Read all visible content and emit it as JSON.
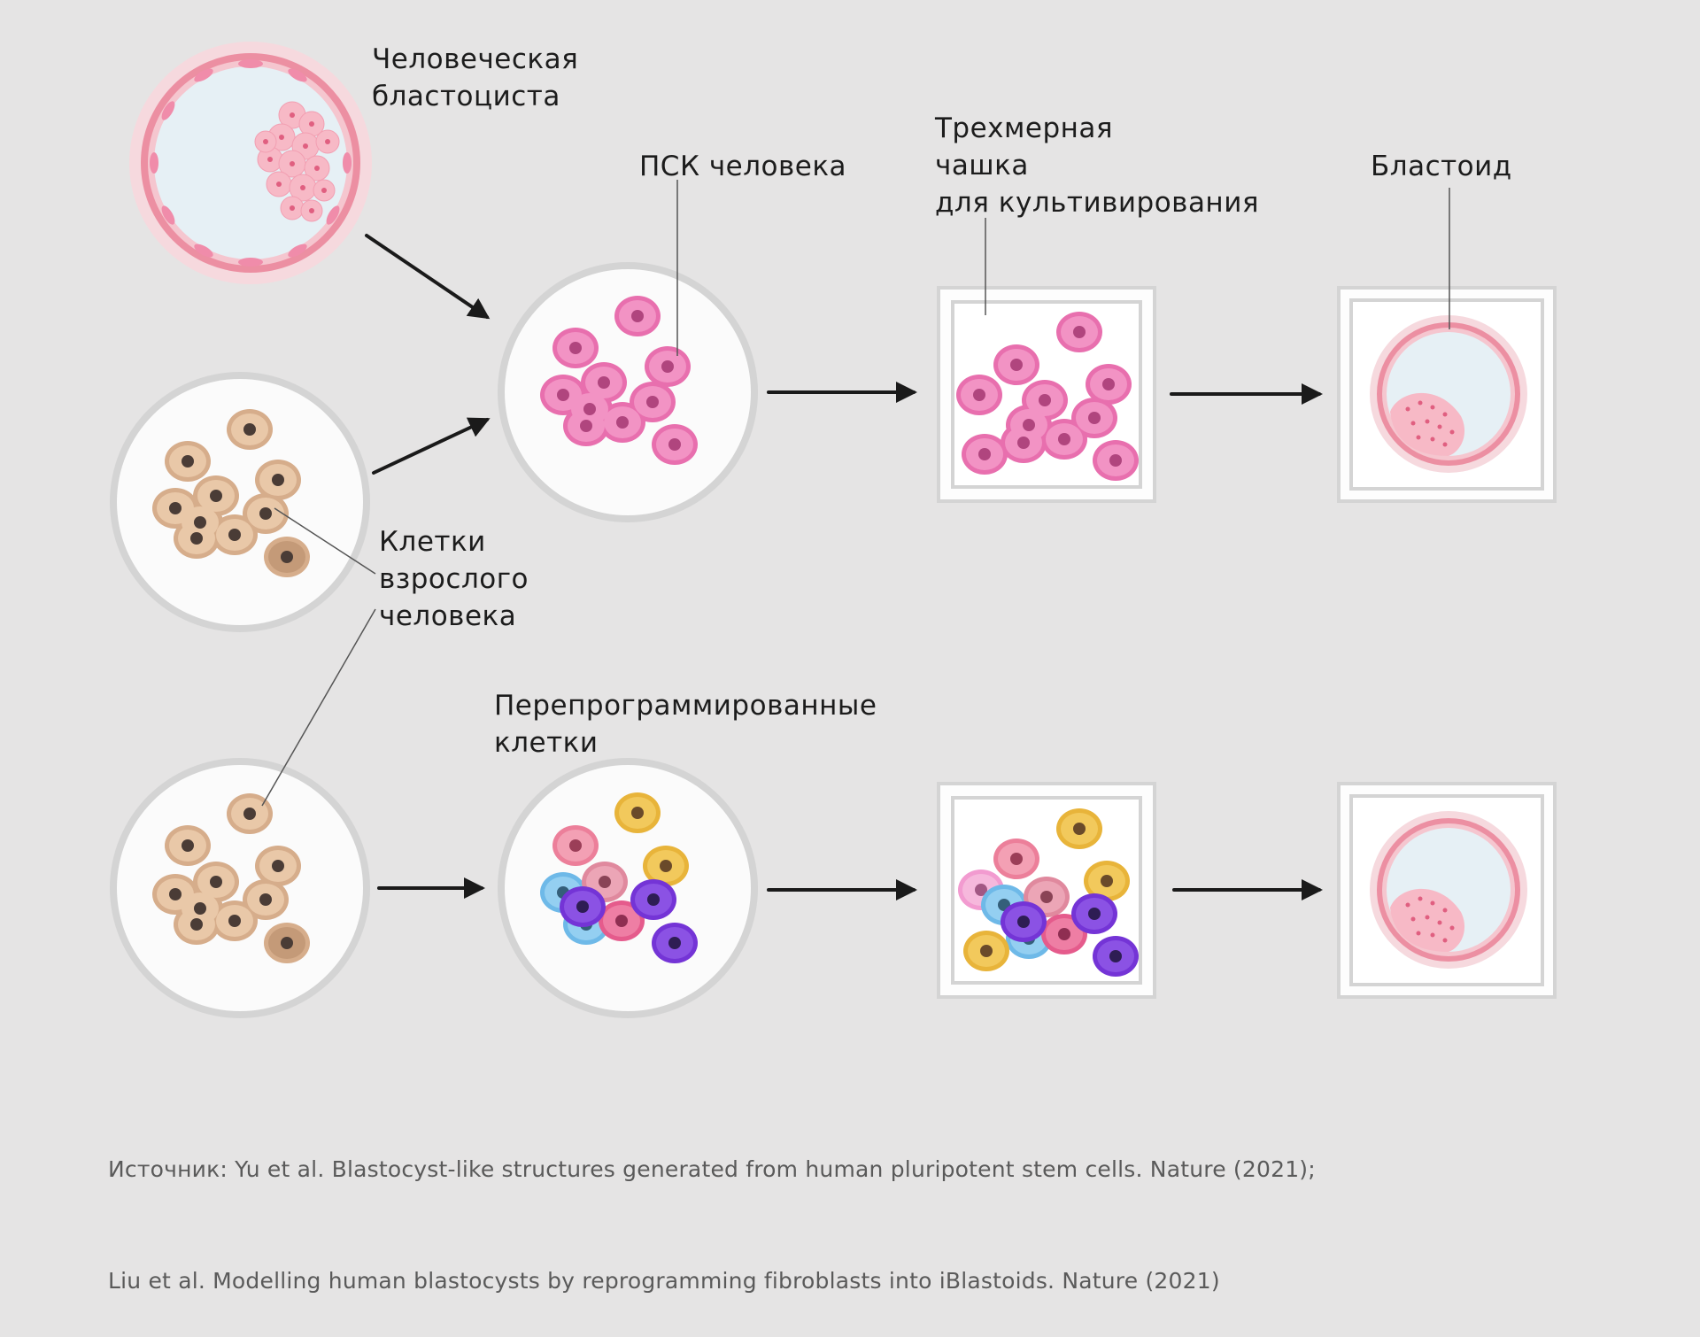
{
  "labels": {
    "human_blastocyst": "Человеческая\nбластоциста",
    "human_psc": "ПСК человека",
    "culture_dish": "Трехмерная\nчашка\nдля культивирования",
    "blastoid": "Бластоид",
    "adult_cells": "Клетки\nвзрослого\nчеловека",
    "reprogrammed_cells": "Перепрограммированные\nклетки"
  },
  "source": {
    "line1": "Источник: Yu et al. Blastocyst-like structures generated from human pluripotent stem cells. Nature (2021);",
    "line2": "Liu et al. Modelling human blastocysts by reprogramming fibroblasts into iBlastoids. Nature (2021)"
  },
  "colors": {
    "background": "#e5e4e4",
    "psc_pink": "#ea6fb8",
    "adult_tan": "#d9b08f",
    "purple": "#7a3dde",
    "blue": "#79c3ee",
    "yellow": "#eec048",
    "rose": "#ee7f9c",
    "arrow": "#1a1a1a"
  }
}
